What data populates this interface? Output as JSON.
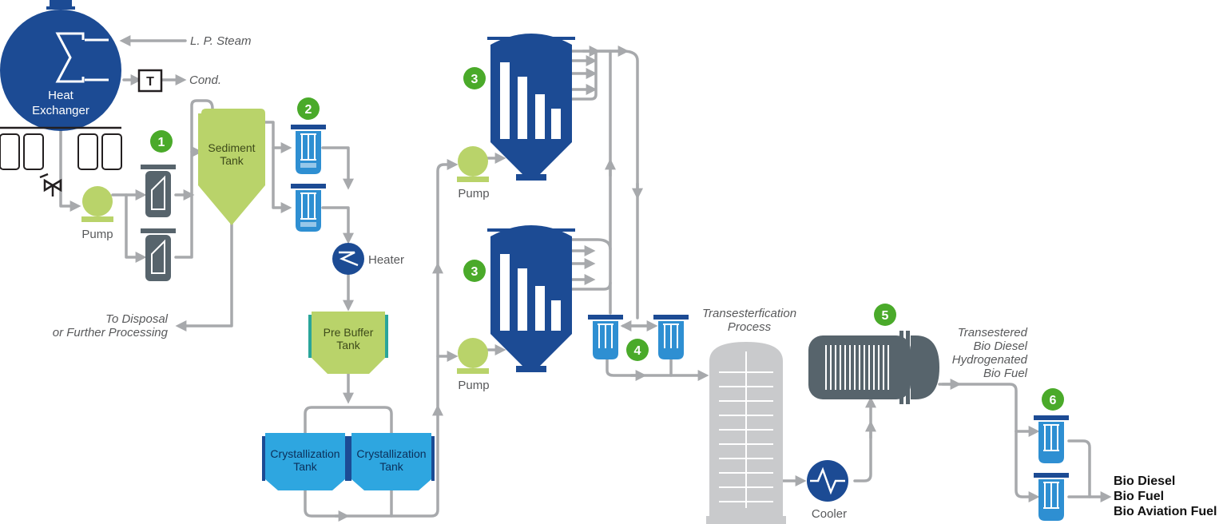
{
  "colors": {
    "dark_blue": "#1c4b94",
    "light_blue": "#2e8fd2",
    "lime": "#b9d36a",
    "grey_vessel": "#57646c",
    "light_grey": "#c9cacc",
    "badge_green": "#4aaa2a",
    "pipe": "#a7a9ac"
  },
  "labels": {
    "heat_exchanger_1": "Heat",
    "heat_exchanger_2": "Exchanger",
    "lp_steam": "L. P. Steam",
    "cond": "Cond.",
    "trap": "T",
    "pump_1": "Pump",
    "pump_2": "Pump",
    "pump_3": "Pump",
    "sediment_1": "Sediment",
    "sediment_2": "Tank",
    "disposal_1": "To Disposal",
    "disposal_2": "or Further Processing",
    "heater": "Heater",
    "pre_buffer_1": "Pre Buffer",
    "pre_buffer_2": "Tank",
    "cryst_a_1": "Crystallization",
    "cryst_a_2": "Tank",
    "cryst_b_1": "Crystallization",
    "cryst_b_2": "Tank",
    "transester_1": "Transesterfication",
    "transester_2": "Process",
    "cooler": "Cooler",
    "product_1": "Transestered",
    "product_2": "Bio Diesel",
    "product_3": "Hydrogenated",
    "product_4": "Bio Fuel",
    "output_1": "Bio Diesel",
    "output_2": "Bio Fuel",
    "output_3": "Bio Aviation Fuel"
  },
  "badges": [
    "1",
    "2",
    "3",
    "3",
    "4",
    "5",
    "6"
  ]
}
